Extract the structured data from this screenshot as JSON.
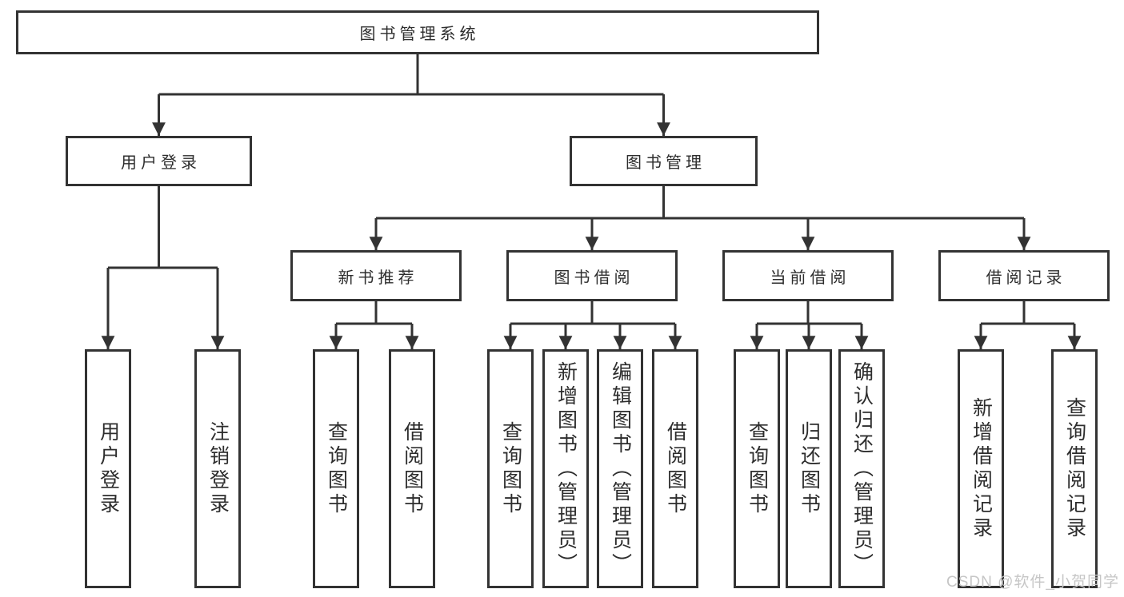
{
  "tree": {
    "label": "图书管理系统",
    "children": [
      {
        "label": "用户登录",
        "children": [
          {
            "label": "用户登录"
          },
          {
            "label": "注销登录"
          }
        ]
      },
      {
        "label": "图书管理",
        "children": [
          {
            "label": "新书推荐",
            "children": [
              {
                "label": "查询图书"
              },
              {
                "label": "借阅图书"
              }
            ]
          },
          {
            "label": "图书借阅",
            "children": [
              {
                "label": "查询图书"
              },
              {
                "label": "新增图书（管理员）"
              },
              {
                "label": "编辑图书（管理员）"
              },
              {
                "label": "借阅图书"
              }
            ]
          },
          {
            "label": "当前借阅",
            "children": [
              {
                "label": "查询图书"
              },
              {
                "label": "归还图书"
              },
              {
                "label": "确认归还（管理员）"
              }
            ]
          },
          {
            "label": "借阅记录",
            "children": [
              {
                "label": "新增借阅记录"
              },
              {
                "label": "查询借阅记录"
              }
            ]
          }
        ]
      }
    ]
  },
  "watermark": {
    "text": "CSDN @软件_小贺同学"
  },
  "colors": {
    "line": "#333333",
    "text": "#2d2d2d",
    "background": "#ffffff",
    "watermark": "#c6c6c6"
  }
}
